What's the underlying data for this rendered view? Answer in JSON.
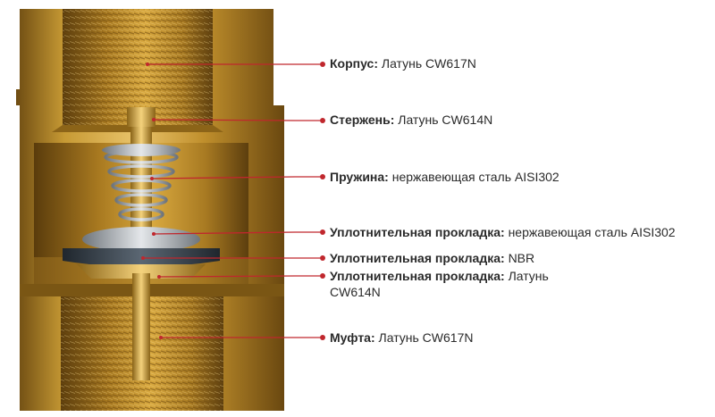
{
  "callouts": [
    {
      "name": "Корпус:",
      "material": "Латунь CW617N"
    },
    {
      "name": "Стержень:",
      "material": "Латунь CW614N"
    },
    {
      "name": "Пружина:",
      "material": "нержавеющая сталь AISI302"
    },
    {
      "name": "Уплотнительная прокладка:",
      "material": "нержавеющая сталь AISI302"
    },
    {
      "name": "Уплотнительная прокладка:",
      "material": "NBR"
    },
    {
      "name": "Уплотнительная прокладка:",
      "material": "Латунь CW614N"
    },
    {
      "name": "Муфта:",
      "material": "Латунь CW617N"
    }
  ],
  "colors": {
    "leader_line": "#c0272d",
    "brass": "#c9992f",
    "brass_dark": "#7a5614",
    "steel": "#b8bcc0",
    "rubber": "#3c4650"
  }
}
